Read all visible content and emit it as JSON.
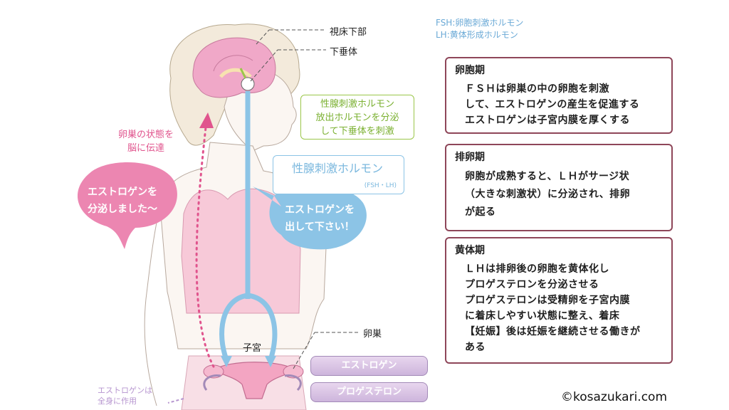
{
  "legend": {
    "fsh": "FSH:卵胞刺激ホルモン",
    "lh": "LH:黄体形成ホルモン"
  },
  "labels": {
    "hypothalamus": "視床下部",
    "pituitary": "下垂体",
    "ovary": "卵巣",
    "uterus": "子宮",
    "ovary_to_brain_line1": "卵巣の状態を",
    "ovary_to_brain_line2": "脳に伝達",
    "estrogen_whole_body_line1": "エストロゲンは",
    "estrogen_whole_body_line2": "全身に作用"
  },
  "gnrh_box": {
    "line1": "性腺刺激ホルモン",
    "line2": "放出ホルモンを分泌",
    "line3": "して下垂体を刺激"
  },
  "gonadotropin_box": {
    "title": "性腺刺激ホルモン",
    "sub": "(FSH・LH)"
  },
  "bubbles": {
    "pink_line1": "エストロゲンを",
    "pink_line2": "分泌しました～",
    "blue_line1": "エストロゲンを",
    "blue_line2": "出して下さい！"
  },
  "hormones": {
    "estrogen": "エストロゲン",
    "progesterone": "プロゲステロン"
  },
  "phases": {
    "follicular": {
      "title": "卵胞期",
      "lines": [
        "ＦＳＨは卵巣の中の卵胞を刺激",
        "して、エストロゲンの産生を促進する",
        "エストロゲンは子宮内膜を厚くする"
      ]
    },
    "ovulatory": {
      "title": "排卵期",
      "lines": [
        "卵胞が成熟すると、ＬＨがサージ状",
        "（大きな刺激状）に分泌され、排卵",
        "が起る"
      ]
    },
    "luteal": {
      "title": "黄体期",
      "lines": [
        "ＬＨは排卵後の卵胞を黄体化し",
        "プロゲステロンを分泌させる",
        "プロゲステロンは受精卵を子宮内膜",
        "に着床しやすい状態に整え、着床",
        "【妊娠】後は妊娠を継続させる働きが",
        "ある"
      ]
    }
  },
  "copyright": "©kosazukari.com",
  "colors": {
    "phase_border": "#8e4659",
    "pink": "#e0548d",
    "blue": "#8cc4e6",
    "green": "#9bc64a",
    "purple": "#a38ab8"
  }
}
